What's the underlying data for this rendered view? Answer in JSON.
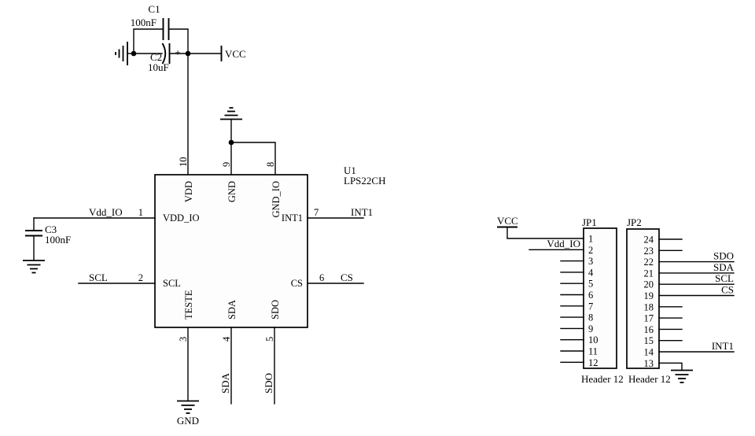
{
  "schematic": {
    "caps": {
      "c1": {
        "ref": "C1",
        "value": "100nF"
      },
      "c2": {
        "ref": "C2",
        "value": "10uF",
        "polarity": "+"
      },
      "c3": {
        "ref": "C3",
        "value": "100nF"
      }
    },
    "u1": {
      "ref": "U1",
      "part": "LPS22CH",
      "pins": {
        "p1": {
          "num": "1",
          "name": "VDD_IO"
        },
        "p2": {
          "num": "2",
          "name": "SCL"
        },
        "p3": {
          "num": "3",
          "name": "TESTE"
        },
        "p4": {
          "num": "4",
          "name": "SDA"
        },
        "p5": {
          "num": "5",
          "name": "SDO"
        },
        "p6": {
          "num": "6",
          "name": "CS"
        },
        "p7": {
          "num": "7",
          "name": "INT1"
        },
        "p8": {
          "num": "8",
          "name": "GND_IO"
        },
        "p9": {
          "num": "9",
          "name": "GND"
        },
        "p10": {
          "num": "10",
          "name": "VDD"
        }
      }
    },
    "nets": {
      "vcc": "VCC",
      "vdd_io": "Vdd_IO",
      "scl": "SCL",
      "sda": "SDA",
      "sdo": "SDO",
      "cs": "CS",
      "int1": "INT1",
      "gnd": "GND"
    },
    "jp1": {
      "ref": "JP1",
      "part": "Header 12",
      "pins": [
        "1",
        "2",
        "3",
        "4",
        "5",
        "6",
        "7",
        "8",
        "9",
        "10",
        "11",
        "12"
      ]
    },
    "jp2": {
      "ref": "JP2",
      "part": "Header 12",
      "pins": [
        "24",
        "23",
        "22",
        "21",
        "20",
        "19",
        "18",
        "17",
        "16",
        "15",
        "14",
        "13"
      ]
    }
  }
}
